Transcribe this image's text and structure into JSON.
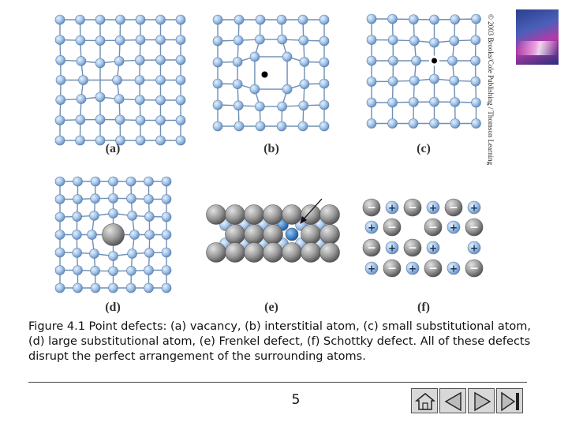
{
  "panels": [
    {
      "id": "a",
      "label": "(a)"
    },
    {
      "id": "b",
      "label": "(b)"
    },
    {
      "id": "c",
      "label": "(c)"
    },
    {
      "id": "d",
      "label": "(d)"
    },
    {
      "id": "e",
      "label": "(e)"
    },
    {
      "id": "f",
      "label": "(f)"
    }
  ],
  "copyright": "© 2003 Brooks/Cole Publishing / Thomson Learning",
  "caption": "Figure 4.1  Point defects: (a)  vacancy, (b) interstitial atom, (c) small substitutional atom, (d) large substitutional atom, (e) Frenkel defect, (f) Schottky defect.  All of these defects disrupt the perfect arrangement of the surrounding atoms.",
  "page_number": "5",
  "ion_symbols": {
    "minus": "−",
    "plus": "+"
  },
  "colors": {
    "lattice_atom": "#9fc0e6",
    "lattice_bond": "#6f8fb5",
    "large_atom": "#909090",
    "interstitial": "#000000",
    "frenkel_atom": "#3f86cc"
  },
  "nav": {
    "buttons": [
      "home-icon",
      "back-icon",
      "forward-icon",
      "end-icon"
    ]
  }
}
